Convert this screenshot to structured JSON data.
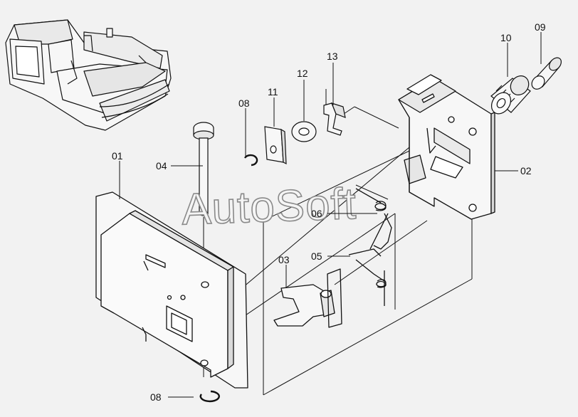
{
  "watermark": "AutoSoft",
  "parts": {
    "p01": "01",
    "p02": "02",
    "p03": "03",
    "p04": "04",
    "p05": "05",
    "p06": "06",
    "p08a": "08",
    "p08b": "08",
    "p09": "09",
    "p10": "10",
    "p11": "11",
    "p12": "12",
    "p13": "13"
  },
  "colors": {
    "background": "#f2f2f2",
    "line": "#111111",
    "fill": "#f7f7f7",
    "shade": "#dcdcdc"
  }
}
